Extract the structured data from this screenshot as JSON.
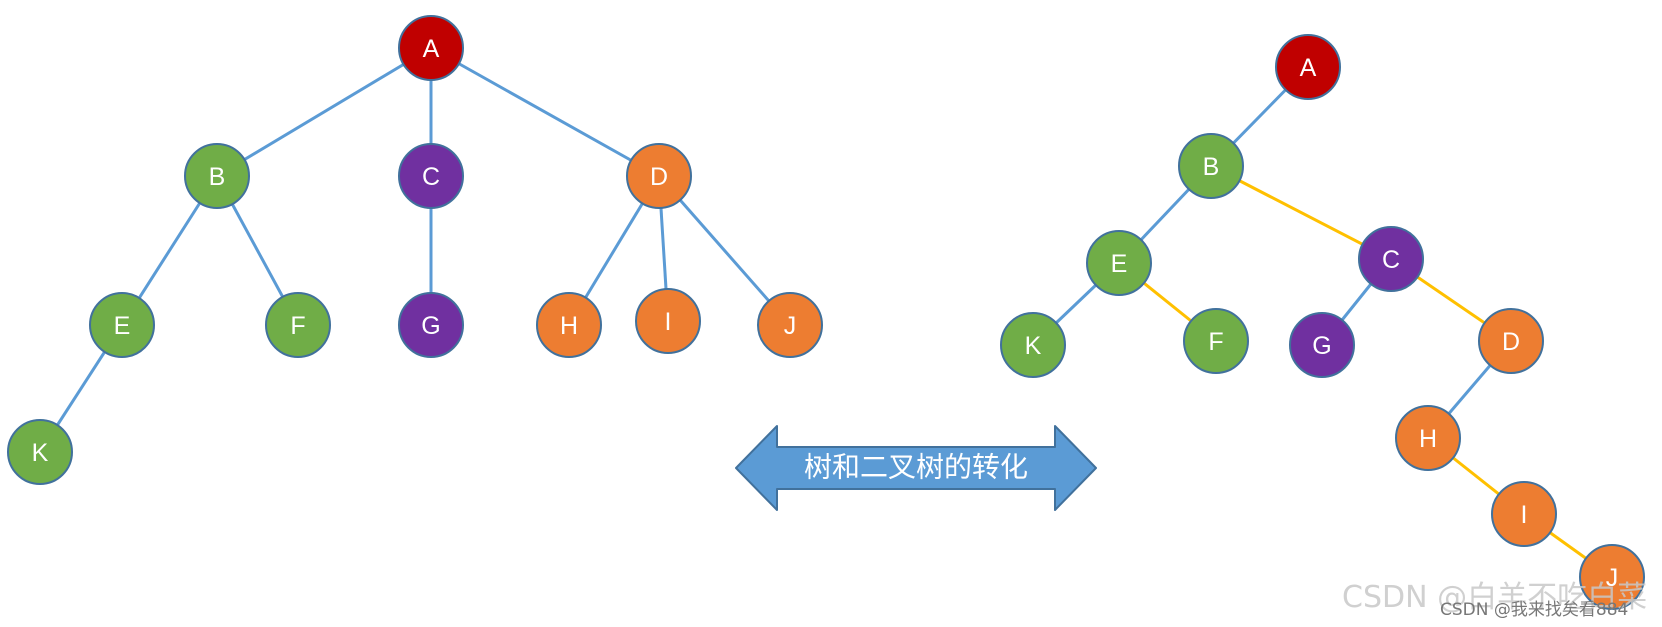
{
  "colors": {
    "red": "#c00000",
    "green": "#70ad47",
    "purple": "#7030a0",
    "orange": "#ed7d31",
    "node_stroke": "#41719c",
    "edge_blue": "#5b9bd5",
    "edge_yellow": "#ffc000",
    "arrow_fill": "#5b9bd5",
    "arrow_stroke": "#41719c"
  },
  "tree": {
    "nodes": [
      {
        "id": "A",
        "label": "A",
        "color": "red"
      },
      {
        "id": "B",
        "label": "B",
        "color": "green"
      },
      {
        "id": "C",
        "label": "C",
        "color": "purple"
      },
      {
        "id": "D",
        "label": "D",
        "color": "orange"
      },
      {
        "id": "E",
        "label": "E",
        "color": "green"
      },
      {
        "id": "F",
        "label": "F",
        "color": "green"
      },
      {
        "id": "G",
        "label": "G",
        "color": "purple"
      },
      {
        "id": "H",
        "label": "H",
        "color": "orange"
      },
      {
        "id": "I",
        "label": "I",
        "color": "orange"
      },
      {
        "id": "J",
        "label": "J",
        "color": "orange"
      },
      {
        "id": "K",
        "label": "K",
        "color": "green"
      }
    ],
    "edges": [
      {
        "from": "A",
        "to": "B"
      },
      {
        "from": "A",
        "to": "C"
      },
      {
        "from": "A",
        "to": "D"
      },
      {
        "from": "B",
        "to": "E"
      },
      {
        "from": "B",
        "to": "F"
      },
      {
        "from": "C",
        "to": "G"
      },
      {
        "from": "D",
        "to": "H"
      },
      {
        "from": "D",
        "to": "I"
      },
      {
        "from": "D",
        "to": "J"
      },
      {
        "from": "E",
        "to": "K"
      }
    ]
  },
  "binary_tree": {
    "nodes": [
      {
        "id": "A",
        "label": "A",
        "color": "red"
      },
      {
        "id": "B",
        "label": "B",
        "color": "green"
      },
      {
        "id": "E",
        "label": "E",
        "color": "green"
      },
      {
        "id": "C",
        "label": "C",
        "color": "purple"
      },
      {
        "id": "K",
        "label": "K",
        "color": "green"
      },
      {
        "id": "F",
        "label": "F",
        "color": "green"
      },
      {
        "id": "G",
        "label": "G",
        "color": "purple"
      },
      {
        "id": "D",
        "label": "D",
        "color": "orange"
      },
      {
        "id": "H",
        "label": "H",
        "color": "orange"
      },
      {
        "id": "I",
        "label": "I",
        "color": "orange"
      },
      {
        "id": "J",
        "label": "J",
        "color": "orange"
      }
    ],
    "edges": [
      {
        "from": "A",
        "to": "B",
        "color": "edge_blue"
      },
      {
        "from": "B",
        "to": "E",
        "color": "edge_blue"
      },
      {
        "from": "B",
        "to": "C",
        "color": "edge_yellow"
      },
      {
        "from": "E",
        "to": "K",
        "color": "edge_blue"
      },
      {
        "from": "E",
        "to": "F",
        "color": "edge_yellow"
      },
      {
        "from": "C",
        "to": "G",
        "color": "edge_blue"
      },
      {
        "from": "C",
        "to": "D",
        "color": "edge_yellow"
      },
      {
        "from": "D",
        "to": "H",
        "color": "edge_blue"
      },
      {
        "from": "H",
        "to": "I",
        "color": "edge_yellow"
      },
      {
        "from": "I",
        "to": "J",
        "color": "edge_yellow"
      }
    ]
  },
  "arrow": {
    "label": "树和二叉树的转化"
  },
  "watermarks": {
    "primary": "CSDN @白羊不吃白菜",
    "secondary": "CSDN @我来找矣看884"
  }
}
